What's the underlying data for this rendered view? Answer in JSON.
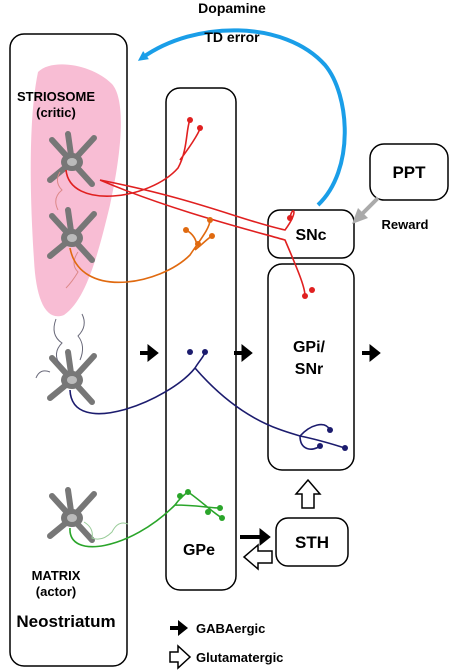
{
  "signal": {
    "line1": "Dopamine",
    "line2": "TD error"
  },
  "striatum": {
    "striosome_line1": "STRIOSOME",
    "striosome_line2": "(critic)",
    "matrix_line1": "MATRIX",
    "matrix_line2": "(actor)",
    "title": "Neostriatum"
  },
  "nuclei": {
    "gpe": "GPe",
    "snc": "SNc",
    "gpi_line1": "GPi/",
    "gpi_line2": "SNr",
    "ppt": "PPT",
    "sth": "STH",
    "reward": "Reward"
  },
  "legend": {
    "gaba": "GABAergic",
    "glut": "Glutamatergic"
  },
  "colors": {
    "dopamine_arrow": "#1a9ee8",
    "striosome_patch": "#f7b6cf",
    "neuron": "#777777",
    "red_axon": "#e02020",
    "orange_axon": "#e06a10",
    "navy_axon": "#1c1c6e",
    "green_axon": "#2aa52a",
    "reward_arrow": "#aaaaaa"
  },
  "icons": [
    "gaba-filled-arrow-icon",
    "glutamate-open-arrow-icon"
  ]
}
